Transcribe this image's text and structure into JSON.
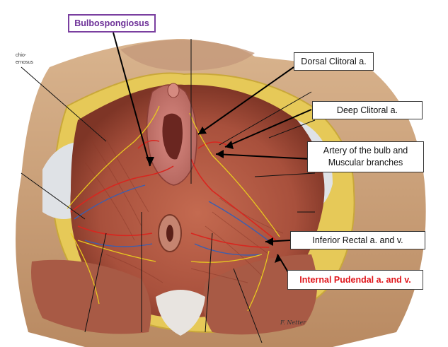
{
  "figure": {
    "labels": {
      "bulbospongiosus": "Bulbospongiosus",
      "dorsal_clitoral": "Dorsal Clitoral a.",
      "deep_clitoral": "Deep Clitoral a.",
      "artery_bulb_line1": "Artery of the bulb and",
      "artery_bulb_line2": "Muscular branches",
      "inferior_rectal": "Inferior Rectal a. and v.",
      "internal_pudendal": "Internal Pudendal a. and v."
    },
    "partial_label_line1": "chio-",
    "partial_label_line2": "ernosus",
    "signature": "F. Netter"
  },
  "colors": {
    "accent": "#6c2f97",
    "danger": "#e0161b",
    "skin": "#c8a07a",
    "muscle": "#b8604a",
    "fat": "#e8d060",
    "artery": "#d8261f",
    "vein": "#3a5fb0",
    "nerve": "#e8c820"
  }
}
